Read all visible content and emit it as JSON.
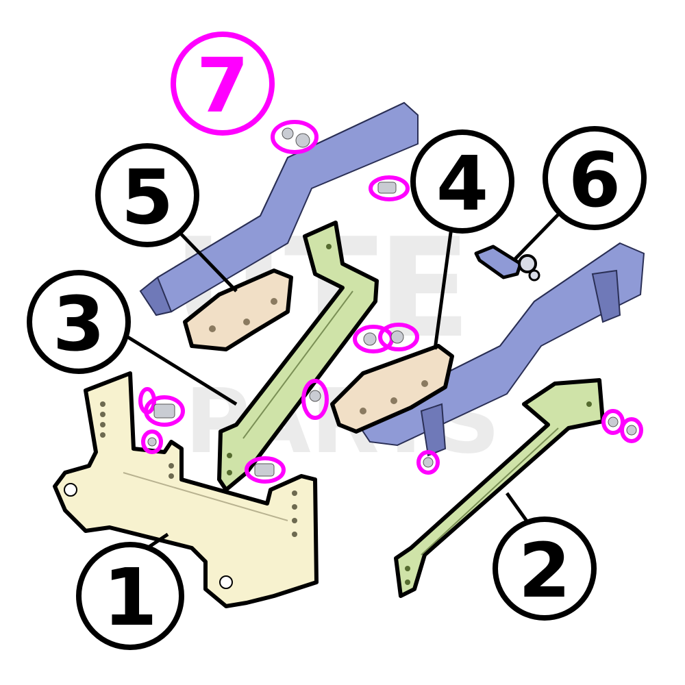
{
  "diagram": {
    "background": "#ffffff",
    "watermark": {
      "line1": "UTE",
      "line2": "PARTS",
      "color": "#d0d0d0"
    },
    "colors": {
      "frame_rail": "#8f9ad6",
      "frame_rail_dark": "#6f79b8",
      "crossmember": "#f7f2cf",
      "brace": "#cfe3a8",
      "bracket": "#f1dfc6",
      "hardware": "#c9ccd3",
      "hardware_highlight": "#ff00ff",
      "outline": "#000000"
    },
    "callouts": [
      {
        "id": "1",
        "label": "1",
        "part": "crossmember",
        "style": "outline"
      },
      {
        "id": "2",
        "label": "2",
        "part": "right-brace",
        "style": "outline"
      },
      {
        "id": "3",
        "label": "3",
        "part": "left-brace",
        "style": "outline"
      },
      {
        "id": "4",
        "label": "4",
        "part": "right-frame-bracket",
        "style": "outline"
      },
      {
        "id": "5",
        "label": "5",
        "part": "left-frame-bracket",
        "style": "outline"
      },
      {
        "id": "6",
        "label": "6",
        "part": "pin-clip",
        "style": "outline"
      },
      {
        "id": "7",
        "label": "7",
        "part": "hardware",
        "style": "highlight"
      }
    ]
  }
}
